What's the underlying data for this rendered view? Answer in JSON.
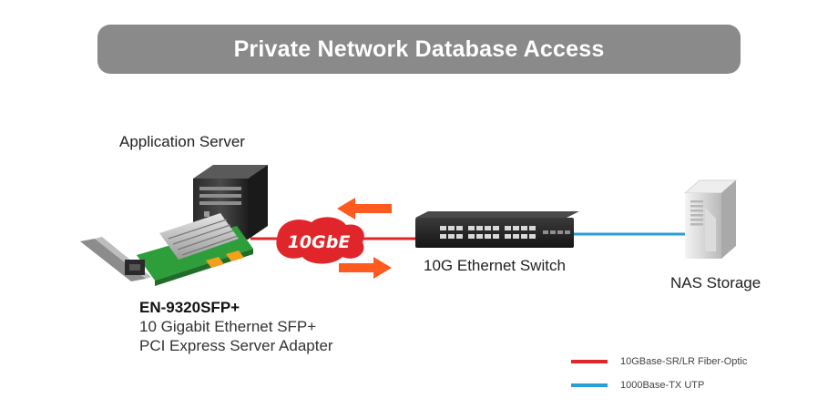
{
  "title": "Private Network Database Access",
  "nodes": {
    "server_label": "Application Server",
    "switch_label": "10G Ethernet Switch",
    "nas_label": "NAS Storage",
    "badge_text": "10GbE"
  },
  "product": {
    "model": "EN-9320SFP+",
    "line1": "10 Gigabit Ethernet SFP+",
    "line2": "PCI Express Server Adapter"
  },
  "legend": [
    {
      "label": "10GBase-SR/LR Fiber-Optic",
      "color": "#e0262b"
    },
    {
      "label": "1000Base-TX UTP",
      "color": "#2b9ed8"
    }
  ],
  "colors": {
    "fiber": "#e0262b",
    "utp": "#2b9ed8",
    "arrow": "#ff5a1f",
    "title_bg": "#8a8a8a"
  }
}
